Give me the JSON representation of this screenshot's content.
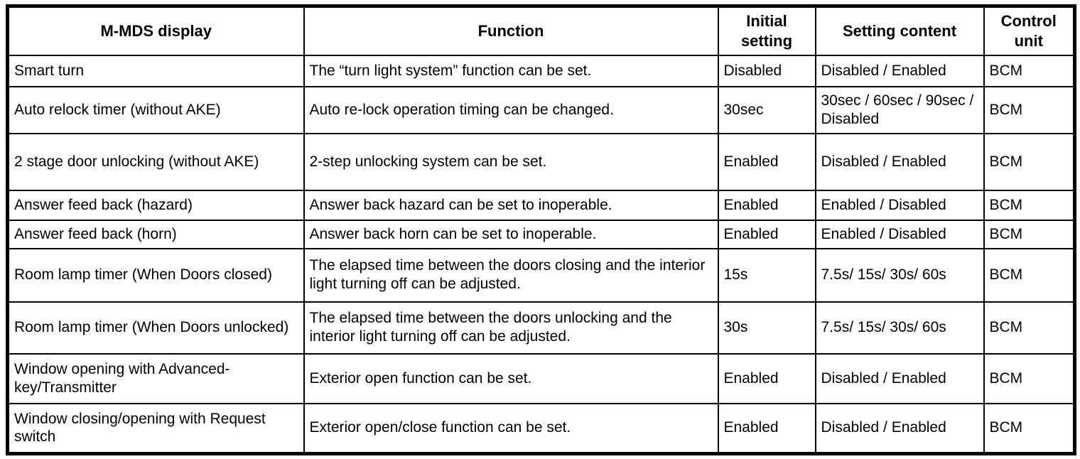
{
  "table": {
    "headers": {
      "display": "M-MDS display",
      "function": "Function",
      "initial_setting": "Initial setting",
      "setting_content": "Setting content",
      "control_unit": "Control unit"
    },
    "rows": [
      {
        "display": "Smart turn",
        "function": "The “turn light system” function can be set.",
        "initial": "Disabled",
        "content": "Disabled / Enabled",
        "unit": "BCM"
      },
      {
        "display": "Auto relock timer (without AKE)",
        "function": "Auto re-lock operation timing can be changed.",
        "initial": "30sec",
        "content": "30sec / 60sec / 90sec / Disabled",
        "unit": "BCM"
      },
      {
        "display": "2 stage door unlocking (without AKE)",
        "function": "2-step unlocking system can be set.",
        "initial": "Enabled",
        "content": "Disabled / Enabled",
        "unit": "BCM"
      },
      {
        "display": "Answer feed back (hazard)",
        "function": "Answer back hazard can be set to inoperable.",
        "initial": "Enabled",
        "content": "Enabled / Disabled",
        "unit": "BCM"
      },
      {
        "display": "Answer feed back (horn)",
        "function": "Answer back horn can be set to inoperable.",
        "initial": "Enabled",
        "content": "Enabled / Disabled",
        "unit": "BCM"
      },
      {
        "display": "Room lamp timer (When Doors closed)",
        "function": "The elapsed time between the doors closing and the interior light turning off can be adjusted.",
        "initial": "15s",
        "content": "7.5s/ 15s/ 30s/ 60s",
        "unit": "BCM"
      },
      {
        "display": "Room lamp timer (When Doors unlocked)",
        "function": "The elapsed time between the doors unlocking and the interior light turning off can be adjusted.",
        "initial": "30s",
        "content": "7.5s/ 15s/ 30s/ 60s",
        "unit": "BCM"
      },
      {
        "display": "Window opening with Advanced-key/Transmitter",
        "function": "Exterior open function can be set.",
        "initial": "Enabled",
        "content": "Disabled / Enabled",
        "unit": "BCM"
      },
      {
        "display": "Window closing/opening with Request switch",
        "function": "Exterior open/close function can be set.",
        "initial": "Enabled",
        "content": "Disabled / Enabled",
        "unit": "BCM"
      }
    ]
  }
}
